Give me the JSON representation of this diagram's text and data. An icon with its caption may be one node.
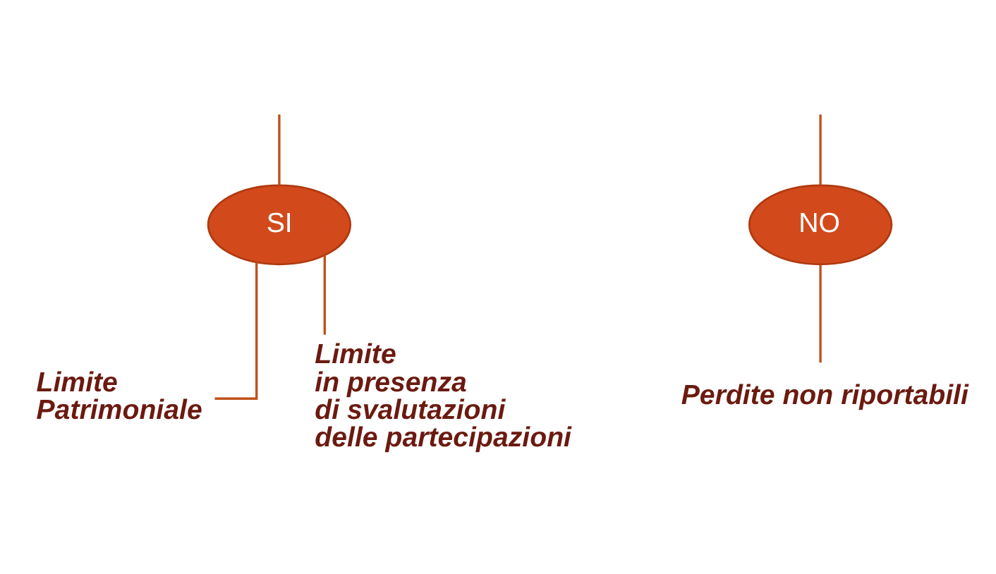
{
  "diagram": {
    "nodes": [
      {
        "text": [
          "SI"
        ]
      },
      {
        "text": [
          "NO"
        ]
      },
      {
        "text": [
          "Limite Patrimoniale"
        ]
      },
      {
        "text": [
          "Limite in presenza di svalutazioni delle partecipazioni"
        ]
      },
      {
        "text": [
          "Perdite non riportabili"
        ]
      }
    ],
    "edges": [
      {
        "from": null,
        "to": 0,
        "arrow": "none"
      },
      {
        "from": null,
        "to": 1,
        "arrow": "none"
      },
      {
        "from": 0,
        "to": 2,
        "arrow": "none"
      },
      {
        "from": 0,
        "to": 3,
        "arrow": "none"
      },
      {
        "from": 1,
        "to": 4,
        "arrow": "none"
      }
    ]
  }
}
